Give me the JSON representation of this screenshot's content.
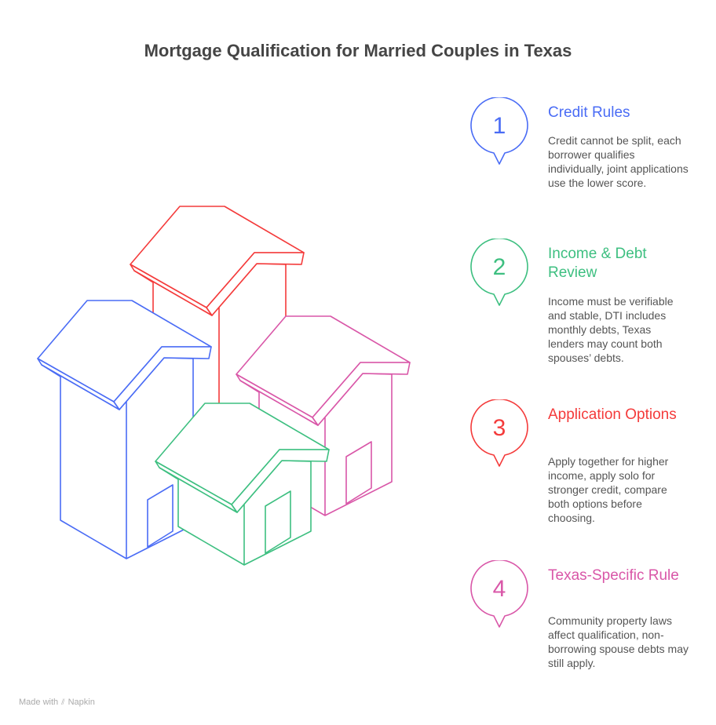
{
  "title": "Mortgage Qualification for Married Couples in Texas",
  "colors": {
    "blue": "#4a6cf5",
    "green": "#3dbf80",
    "red": "#f43b3b",
    "pink": "#d957a8",
    "text": "#555555"
  },
  "items": [
    {
      "number": "1",
      "title": "Credit Rules",
      "color": "#4a6cf5",
      "description": "Credit cannot be split, each borrower qualifies individually, joint applications use the lower score."
    },
    {
      "number": "2",
      "title": "Income & Debt Review",
      "color": "#3dbf80",
      "description": "Income must be verifiable and stable, DTI includes monthly debts, Texas lenders may count both spouses’ debts."
    },
    {
      "number": "3",
      "title": "Application Options",
      "color": "#f43b3b",
      "description": "Apply together for higher income, apply solo for stronger credit, compare both options before choosing."
    },
    {
      "number": "4",
      "title": "Texas-Specific Rule",
      "color": "#d957a8",
      "description": "Community property laws affect qualification, non-borrowing spouse debts may still apply."
    }
  ],
  "footer": {
    "label": "Made with",
    "brand": "Napkin"
  }
}
